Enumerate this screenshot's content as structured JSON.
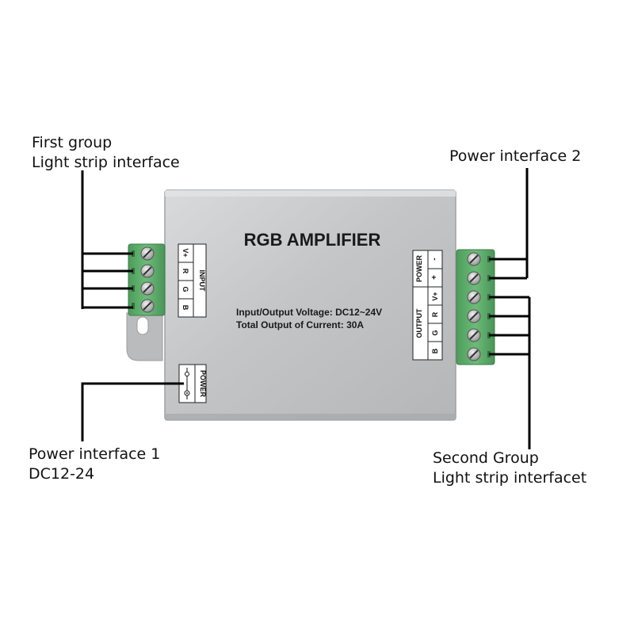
{
  "device": {
    "title": "RGB AMPLIFIER",
    "spec_voltage": "Input/Output Voltage:  DC12~24V",
    "spec_current": "Total Output of Current: 30A",
    "input_block": {
      "header": "INPUT",
      "pins": [
        "V+",
        "R",
        "G",
        "B"
      ]
    },
    "power_block": {
      "header": "POWER"
    },
    "output_power_block": {
      "header": "POWER",
      "pins": [
        "-",
        "+"
      ]
    },
    "output_block": {
      "header": "OUTPUT",
      "pins": [
        "V+",
        "R",
        "G",
        "B"
      ]
    }
  },
  "callouts": {
    "first_group": {
      "line1": "First group",
      "line2": "Light strip interface"
    },
    "power_interface_2": {
      "line1": "Power interface 2"
    },
    "power_interface_1": {
      "line1": "Power interface 1",
      "line2": "DC12-24"
    },
    "second_group": {
      "line1": "Second Group",
      "line2": "Light strip interfacet"
    }
  },
  "colors": {
    "housing": "#c7c9cb",
    "terminal": "#5aa868",
    "text": "#111111"
  }
}
